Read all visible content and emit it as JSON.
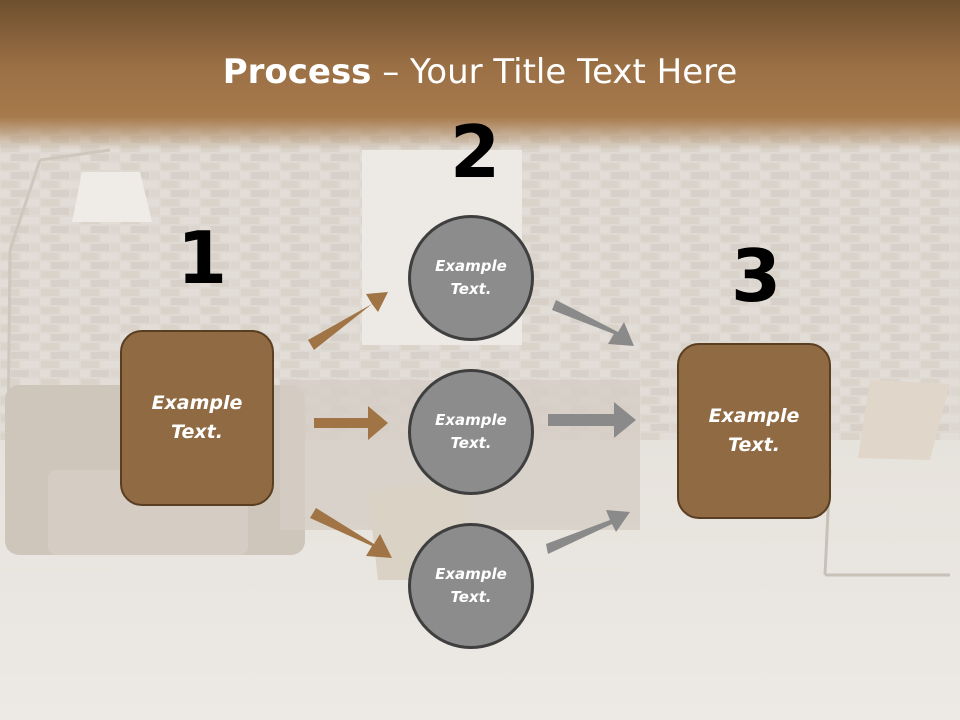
{
  "title": {
    "bold": "Process",
    "rest": " – Your Title Text Here"
  },
  "steps": {
    "one": {
      "number": "1",
      "line1": "Example",
      "line2": "Text."
    },
    "two": {
      "number": "2"
    },
    "three": {
      "number": "3",
      "line1": "Example",
      "line2": "Text."
    }
  },
  "circles": [
    {
      "line1": "Example",
      "line2": "Text."
    },
    {
      "line1": "Example",
      "line2": "Text."
    },
    {
      "line1": "Example",
      "line2": "Text."
    }
  ],
  "colors": {
    "brown_box": "#8f6a43",
    "gray_circle": "#8c8c8c",
    "brown_arrow": "#a07444",
    "gray_arrow": "#8a8a8a",
    "title_band": "#9b7045"
  }
}
